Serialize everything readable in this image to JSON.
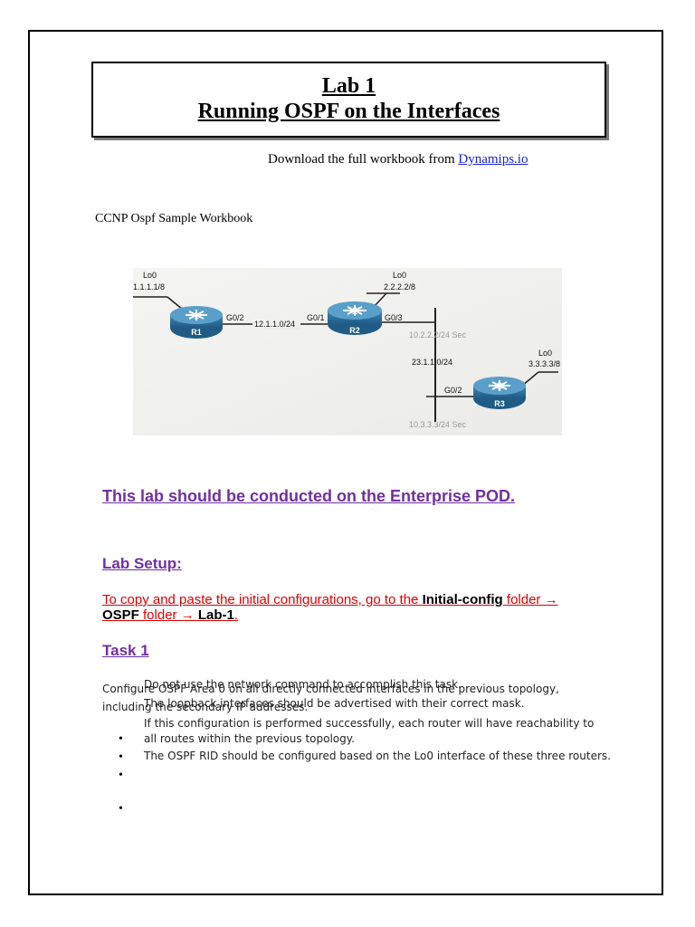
{
  "title": {
    "line1": "Lab 1",
    "line2": "Running OSPF on the Interfaces"
  },
  "download": {
    "prefix": "Download the full workbook from ",
    "link": "Dynamips.io"
  },
  "workbook_label": "CCNP Ospf Sample Workbook",
  "topology": {
    "r1": {
      "name": "R1",
      "num": "1",
      "lo_label": "Lo0",
      "lo_ip": "1.1.1.1/8",
      "intf": "G0/2"
    },
    "r2": {
      "name": "R2",
      "num": "2",
      "lo_label": "Lo0",
      "lo_ip": "2.2.2.2/8",
      "intf_left": "G0/1",
      "intf_right": "G0/3"
    },
    "r3": {
      "name": "R3",
      "num": "3",
      "lo_label": "Lo0",
      "lo_ip": "3.3.3.3/8",
      "intf": "G0/2"
    },
    "link_r1_r2": "12.1.1.0/24",
    "lan": "23.1.1.0/24",
    "r2_secondary": "10.2.2.2/24 Sec",
    "r3_secondary": "10.3.3.3/24 Sec"
  },
  "enterprise_note": "This lab should be conducted on the Enterprise POD.",
  "lab_setup": {
    "heading": "Lab Setup:",
    "text_start": "To copy and paste the initial configurations, go to the ",
    "initial_config": "Initial-config",
    "folder_arrow": " folder →",
    "ospf": "OSPF",
    "folder_arrow2": " folder → ",
    "lab1": "Lab-1",
    "period": "."
  },
  "task1": {
    "heading": "Task 1",
    "intro_line1": "Configure OSPF Area 0 on all directly connected interfaces in the previous topology,",
    "intro_line2": "including the secondary IP addresses.",
    "overlay1": "Do not use the network command to accomplish this task.",
    "overlay2": "The loopback interfaces should be advertised with their correct mask.",
    "line3": "If this configuration is performed successfully, each router will have reachability to",
    "line4": "all routes within the previous topology.",
    "line5": "The OSPF RID should be configured based on the Lo0 interface of these three routers."
  },
  "bullet_glyph": "•"
}
